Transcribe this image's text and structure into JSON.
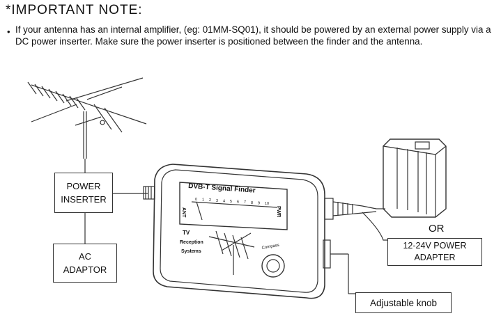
{
  "title": "*IMPORTANT NOTE:",
  "note_bullet": "•",
  "note_text": "If your antenna has an internal amplifier, (eg: 01MM-SQ01), it should be powered by an external power supply via a DC power inserter. Make sure the power inserter is positioned between the finder and the antenna.",
  "labels": {
    "power_inserter_line1": "POWER",
    "power_inserter_line2": "INSERTER",
    "ac_adaptor_line1": "AC",
    "ac_adaptor_line2": "ADAPTOR",
    "or": "OR",
    "power_adapter_line1": "12-24V POWER",
    "power_adapter_line2": "ADAPTER",
    "adjustable_knob": "Adjustable knob"
  },
  "device": {
    "screen_title": "DVB-T Signal Finder",
    "ant": "ANT",
    "pwr": "PWR",
    "scale": [
      "0",
      "1",
      "2",
      "3",
      "4",
      "5",
      "6",
      "7",
      "8",
      "9",
      "10"
    ],
    "tv_line1": "TV",
    "tv_line2": "Reception",
    "tv_line3": "Systems",
    "compass": "Compass"
  }
}
